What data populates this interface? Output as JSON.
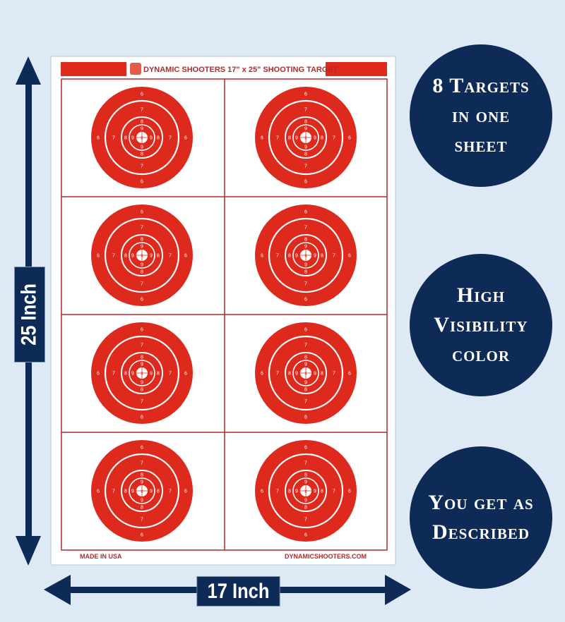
{
  "sheet": {
    "title": "DYNAMIC SHOOTERS 17\" x 25\" SHOOTING TARGET",
    "footer_left": "MADE IN USA",
    "footer_right": "DYNAMICSHOOTERS.COM",
    "target_count": 8,
    "ring_labels": [
      "6",
      "7",
      "8",
      "9"
    ],
    "center_mark": "x"
  },
  "dimensions": {
    "height_label": "25 Inch",
    "width_label": "17 Inch"
  },
  "badges": [
    {
      "lines": [
        "8 Targets",
        "in one",
        "sheet"
      ]
    },
    {
      "lines": [
        "High",
        "Visibility",
        "color"
      ]
    },
    {
      "lines": [
        "You get as",
        "Described"
      ]
    }
  ],
  "colors": {
    "background": "#dde9f5",
    "navy": "#0e2a57",
    "target_red": "#de2a1c",
    "border_red": "#b5282a"
  }
}
